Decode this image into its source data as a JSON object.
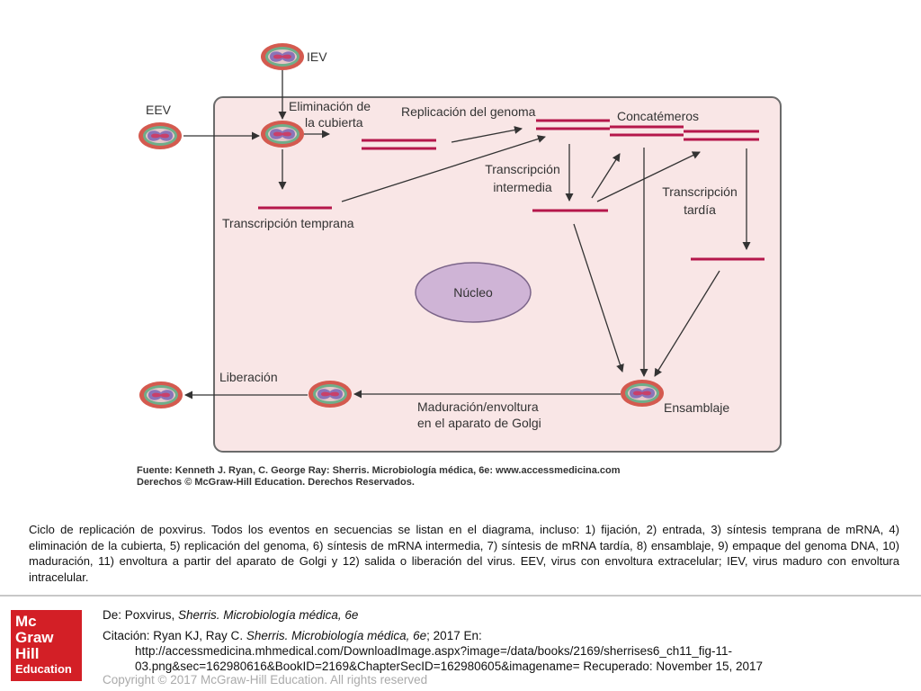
{
  "figure": {
    "labels": {
      "iev": "IEV",
      "eev": "EEV",
      "uncoating": [
        "Eliminación de",
        "la cubierta"
      ],
      "genome_replication": "Replicación del genoma",
      "concatemers": "Concatémeros",
      "intermediate_transcription": [
        "Transcripción",
        "intermedia"
      ],
      "late_transcription": [
        "Transcripción",
        "tardía"
      ],
      "early_transcription": "Transcripción temprana",
      "nucleus": "Núcleo",
      "release": "Liberación",
      "maturation": [
        "Maduración/envoltura",
        "en el aparato de Golgi"
      ],
      "assembly": "Ensamblaje"
    },
    "source_line": "Fuente: Kenneth J. Ryan, C. George Ray: Sherris. Microbiología médica, 6e: www.accessmedicina.com",
    "rights_line": "Derechos © McGraw-Hill Education. Derechos Reservados.",
    "colors": {
      "cell": "#f9e6e6",
      "cell_border": "#6b6b6b",
      "strand": "#b5174b",
      "nucleus": "#cfb4d6",
      "virion_outer": "#d45a4f",
      "virion_ring": "#6fae8a",
      "virion_core": "#8a74b8"
    }
  },
  "caption": "Ciclo de replicación de poxvirus. Todos los eventos en secuencias se listan en el diagrama, incluso: 1) fijación, 2) entrada, 3) síntesis temprana de mRNA, 4) eliminación de la cubierta, 5) replicación del genoma, 6) síntesis de mRNA intermedia, 7) síntesis de mRNA tardía, 8) ensamblaje, 9) empaque del genoma DNA, 10) maduración, 11) envoltura a partir del aparato de Golgi y 12) salida o liberación del virus. EEV, virus con envoltura extracelular; IEV, virus maduro con envoltura intracelular.",
  "logo": {
    "line1": "Mc",
    "line2": "Graw",
    "line3": "Hill",
    "line4": "Education"
  },
  "footer": {
    "de_prefix": "De: Poxvirus, ",
    "de_title": "Sherris. Microbiología médica, 6e",
    "citation_prefix": "Citación: Ryan KJ, Ray C",
    "citation_dot": ". ",
    "citation_title": "Sherris. Microbiología médica, 6e",
    "citation_suffix": "; 2017 En:",
    "url_line1": "http://accessmedicina.mhmedical.com/DownloadImage.aspx?image=/data/books/2169/sherrises6_ch11_fig-11-",
    "url_line2": "03.png&sec=162980616&BookID=2169&ChapterSecID=162980605&imagename= Recuperado: November 15, 2017",
    "copyright": "Copyright © 2017 McGraw-Hill Education. All rights reserved"
  }
}
